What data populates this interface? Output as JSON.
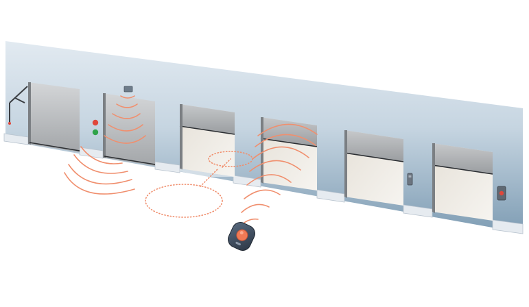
{
  "colors": {
    "wall_top": "#e2eaf1",
    "wall_mid": "#b9cbd9",
    "wall_bottom": "#7f9db4",
    "door_light": "#c9cbcd",
    "door_dark": "#9ea1a4",
    "door_frame": "#7b7f83",
    "floor_light": "#f1eee8",
    "baseboard": "#e4e9ef",
    "signal": "#f08f6e",
    "led_red": "#e0473b",
    "led_green": "#2fa34a",
    "remote_body": "#3b4a5c",
    "remote_button": "#f07a55"
  },
  "icons": {
    "barrier": "barrier-arm-icon",
    "receiver": "wall-receiver-icon",
    "traffic_light": "traffic-light-icon",
    "keypad": "keypad-icon",
    "push_button": "push-button-icon",
    "remote": "remote-control-icon"
  },
  "doors": [
    {
      "name": "door-1",
      "state": "closed"
    },
    {
      "name": "door-2",
      "state": "closed"
    },
    {
      "name": "door-3",
      "state": "open"
    },
    {
      "name": "door-4",
      "state": "open"
    },
    {
      "name": "door-5",
      "state": "open"
    },
    {
      "name": "door-6",
      "state": "open"
    }
  ]
}
